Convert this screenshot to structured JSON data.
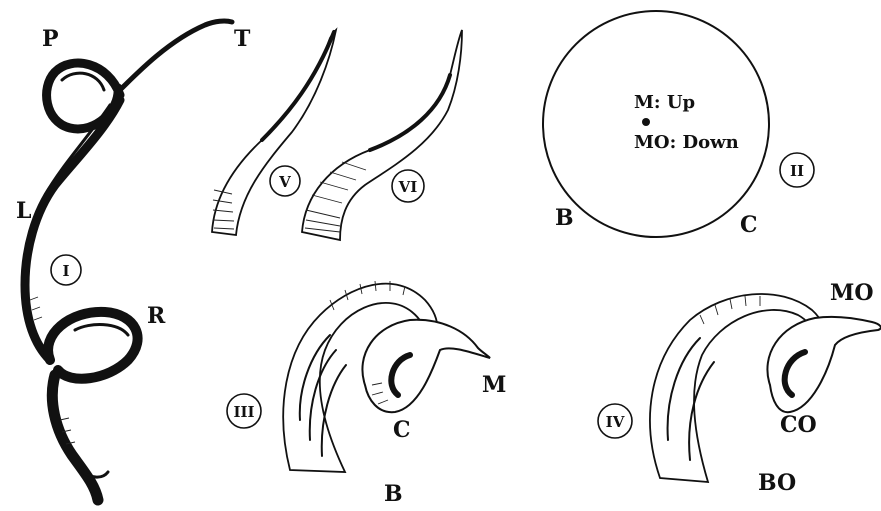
{
  "figures": {
    "fig1": {
      "numeral": "I",
      "labels": {
        "p": "P",
        "t": "T",
        "l": "L",
        "r": "R"
      }
    },
    "fig2": {
      "numeral": "II",
      "labels": {
        "b": "B",
        "c": "C",
        "m": "M: Up",
        "mo": "MO: Down"
      }
    },
    "fig3": {
      "numeral": "III",
      "labels": {
        "b": "B",
        "c": "C",
        "m": "M"
      }
    },
    "fig4": {
      "numeral": "IV",
      "labels": {
        "bo": "BO",
        "co": "CO",
        "mo": "MO"
      }
    },
    "fig5": {
      "numeral": "V"
    },
    "fig6": {
      "numeral": "VI"
    }
  }
}
